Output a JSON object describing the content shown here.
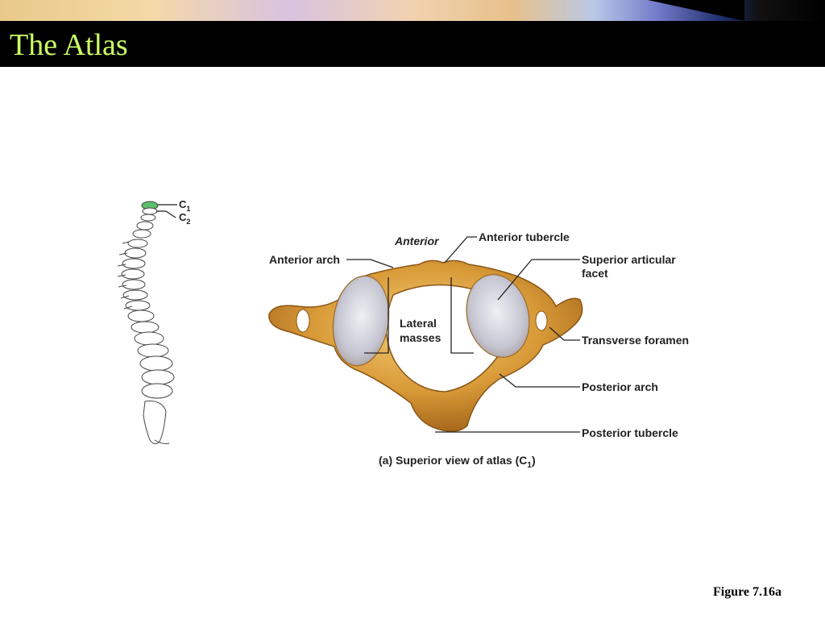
{
  "slide": {
    "title": "The Atlas",
    "figure_caption": "Figure 7.16a"
  },
  "spine": {
    "label_c1": "C",
    "label_c1_sub": "1",
    "label_c2": "C",
    "label_c2_sub": "2"
  },
  "atlas": {
    "orientation": "Anterior",
    "labels": {
      "anterior_tubercle": "Anterior tubercle",
      "anterior_arch": "Anterior arch",
      "superior_articular_facet_1": "Superior articular",
      "superior_articular_facet_2": "facet",
      "lateral_masses_1": "Lateral",
      "lateral_masses_2": "masses",
      "transverse_foramen": "Transverse foramen",
      "posterior_arch": "Posterior arch",
      "posterior_tubercle": "Posterior tubercle"
    },
    "view_caption": "(a) Superior view of atlas (C",
    "view_caption_sub": "1",
    "view_caption_end": ")"
  },
  "colors": {
    "title": "#ccff66",
    "bone": "#d89a3a",
    "bone_light": "#f0c870",
    "facet": "#c8c8d6",
    "c1_highlight": "#5bbf6a"
  }
}
